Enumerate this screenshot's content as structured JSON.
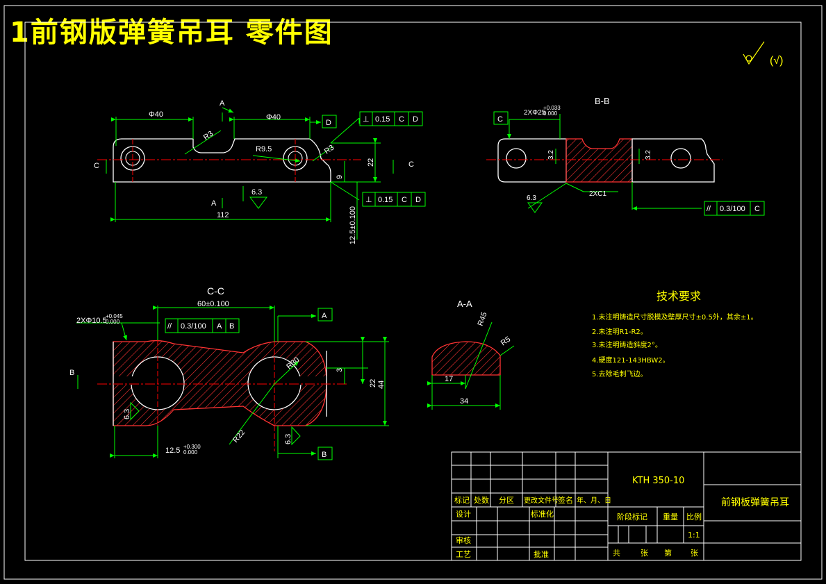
{
  "title": "1前钢版弹簧吊耳 零件图",
  "colors": {
    "background": "#000000",
    "title": "#ffff00",
    "outline": "#ffffff",
    "dimension": "#00ff00",
    "section": "#ff3333",
    "centerline": "#ff0000",
    "text": "#ffff00"
  },
  "roughness_symbol": "(√)",
  "views": {
    "top": {
      "dims": {
        "d1": "Φ40",
        "d2": "Φ40",
        "r1": "R3",
        "r2": "R9.5",
        "r3": "R3",
        "len": "112",
        "h1": "22",
        "h2": "9",
        "vert": "12.5±0.100",
        "rough": "6.3"
      },
      "sect_a": "A",
      "sect_c": "C",
      "tol1": {
        "sym": "⊥",
        "val": "0.15",
        "d1": "C",
        "d2": "D"
      },
      "tol2": {
        "sym": "⊥",
        "val": "0.15",
        "d1": "C",
        "d2": "D"
      },
      "datum_d": "D"
    },
    "bb": {
      "label": "B-B",
      "dims": {
        "hole": "2XΦ25",
        "tol_up": "+0.033",
        "tol_lo": "0.000",
        "r1": "3.2",
        "r2": "3.2",
        "rough": "6.3",
        "chamfer": "2XC1"
      },
      "datum_c": "C",
      "tol": {
        "sym": "//",
        "val": "0.3/100",
        "d1": "C"
      }
    },
    "cc": {
      "label": "C-C",
      "dims": {
        "top": "60±0.100",
        "hole": "2XΦ10.5",
        "tol_up": "+0.045",
        "tol_lo": "0.000",
        "r": "R30",
        "h1": "22",
        "h2": "3",
        "h3": "44",
        "r2": "R22",
        "bot": "12.5",
        "bot_up": "+0.300",
        "bot_lo": "0.000",
        "rough1": "6.3",
        "rough2": "6.3"
      },
      "tol": {
        "sym": "//",
        "val": "0.3/100",
        "d1": "A",
        "d2": "B"
      },
      "datum_a": "A",
      "datum_b": "B",
      "sect_b": "B"
    },
    "aa": {
      "label": "A-A",
      "dims": {
        "r1": "R45",
        "r2": "R5",
        "w1": "17",
        "w2": "34"
      }
    }
  },
  "requirements": {
    "heading": "技术要求",
    "items": [
      "1.未注明铸造尺寸脱模及壁厚尺寸±0.5外，其余±1。",
      "2.未注明R1-R2。",
      "3.未注明铸造斜度2°。",
      "4.硬度121-143HBW2。",
      "5.去除毛刺飞边。"
    ]
  },
  "titleblock": {
    "material": "KTH 350-10",
    "part_name": "前钢板弹簧吊耳",
    "header_cells": [
      "标记",
      "处数",
      "分区",
      "更改文件号",
      "签名",
      "年、月、日"
    ],
    "row_labels": [
      "设计",
      "标准化",
      "审核",
      "工艺",
      "批准"
    ],
    "stage": "阶段标记",
    "weight": "重量",
    "scale": "比例",
    "scale_val": "1:1",
    "sheets": [
      "共",
      "张",
      "第",
      "张"
    ]
  }
}
